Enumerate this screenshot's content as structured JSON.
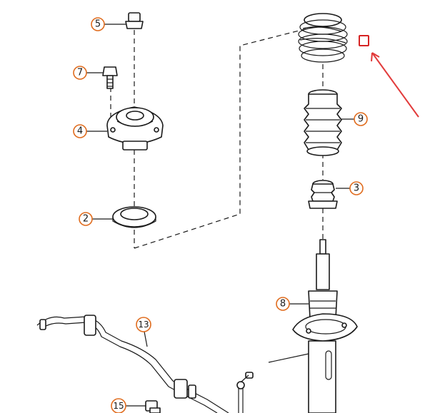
{
  "diagram": {
    "callouts": [
      {
        "id": "5",
        "label": "5"
      },
      {
        "id": "7",
        "label": "7"
      },
      {
        "id": "4",
        "label": "4"
      },
      {
        "id": "2",
        "label": "2"
      },
      {
        "id": "9",
        "label": "9"
      },
      {
        "id": "3",
        "label": "3"
      },
      {
        "id": "8",
        "label": "8"
      },
      {
        "id": "13",
        "label": "13"
      },
      {
        "id": "15",
        "label": "15"
      }
    ],
    "colors": {
      "callout_ring": "#e06c1e",
      "highlight": "#d62424",
      "pointer_arrow": "#e23b3b",
      "line": "#1a1a1a"
    }
  }
}
